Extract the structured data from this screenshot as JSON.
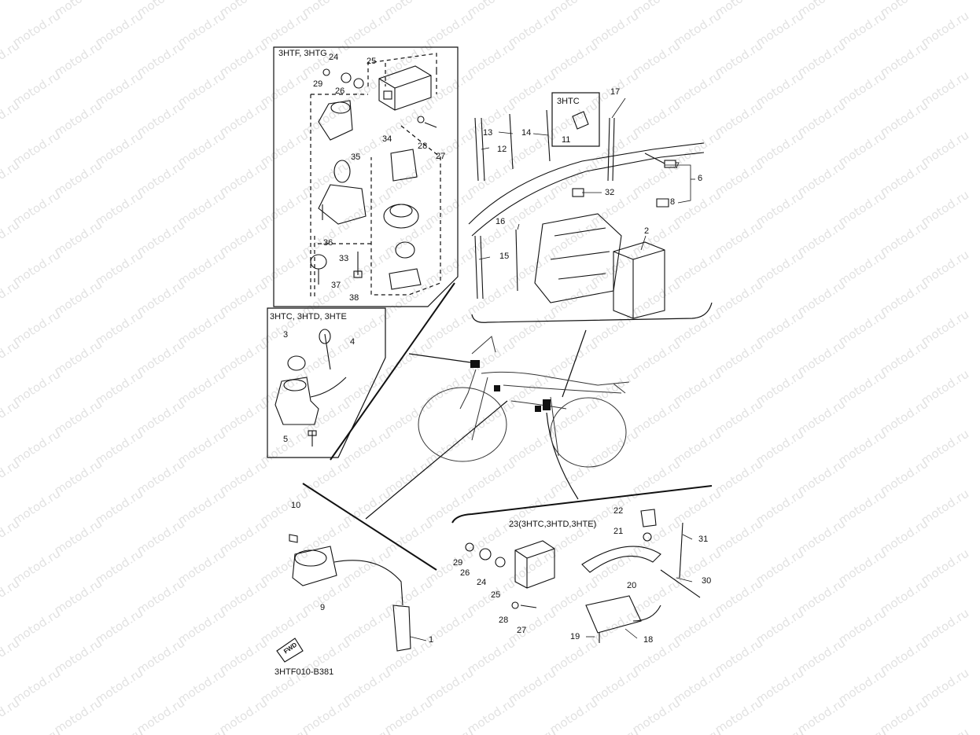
{
  "watermark": "motod.ru",
  "diagram_code": "3HTF010-B381",
  "fwd_label": "FWD",
  "boxes": {
    "top_left": "3HTF, 3HTG",
    "middle_left": "3HTC, 3HTD, 3HTE",
    "small_top": "3HTC"
  },
  "callouts": {
    "c1": "1",
    "c2": "2",
    "c3": "3",
    "c4": "4",
    "c5": "5",
    "c6": "6",
    "c7": "7",
    "c8": "8",
    "c9": "9",
    "c10": "10",
    "c11": "11",
    "c12": "12",
    "c13": "13",
    "c14": "14",
    "c15": "15",
    "c16": "16",
    "c17": "17",
    "c18": "18",
    "c19": "19",
    "c20": "20",
    "c21": "21",
    "c22": "22",
    "c23": "23(3HTC,3HTD,3HTE)",
    "c24a": "24",
    "c25a": "25",
    "c26a": "26",
    "c27a": "27",
    "c28a": "28",
    "c29a": "29",
    "c24b": "24",
    "c25b": "25",
    "c26b": "26",
    "c27b": "27",
    "c28b": "28",
    "c29b": "29",
    "c30": "30",
    "c31": "31",
    "c32": "32",
    "c33": "33",
    "c34": "34",
    "c35": "35",
    "c36": "36",
    "c37": "37",
    "c38": "38"
  },
  "colors": {
    "ink": "#111111",
    "watermark": "#e2e2e2",
    "background": "#ffffff"
  }
}
